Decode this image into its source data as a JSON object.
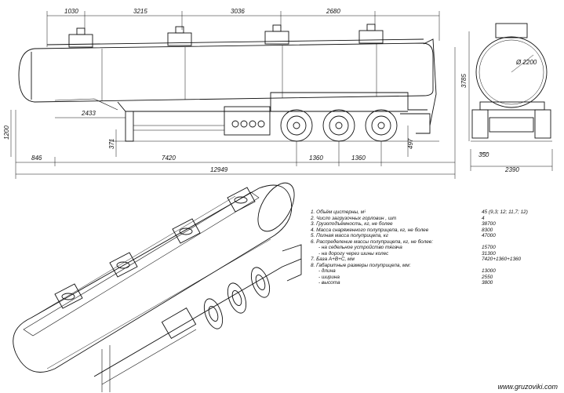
{
  "dimensions": {
    "top": [
      "1030",
      "3215",
      "3036",
      "2680"
    ],
    "bottom": [
      "846",
      "7420",
      "1360",
      "1360"
    ],
    "overall_length": "12949",
    "left_vertical": "1200",
    "mid_horizontal": "2433",
    "ground_clearance": "371",
    "rear_vertical": "497",
    "height": "3785",
    "diameter": "Ø 2200",
    "rear_bottom_small": "350",
    "rear_width": "2390"
  },
  "specs": [
    {
      "label": "1. Объём цистерны, м³",
      "value": "45 (9,3; 12; 11,7; 12)",
      "sub": false
    },
    {
      "label": "2. Число загрузочных горловин , шт",
      "value": "4",
      "sub": false
    },
    {
      "label": "3. Грузоподъёмность, кг, не более",
      "value": "38700",
      "sub": false
    },
    {
      "label": "4. Масса снаряженного полуприцепа, кг, не более",
      "value": "8300",
      "sub": false
    },
    {
      "label": "5. Полная масса полуприцепа, кг",
      "value": "47000",
      "sub": false
    },
    {
      "label": "6. Распределение массы полуприцепа, кг, не более:",
      "value": "",
      "sub": false
    },
    {
      "label": "- на седельное устройство тягача",
      "value": "15700",
      "sub": true
    },
    {
      "label": "- на дорогу через шины колес",
      "value": "31300",
      "sub": true
    },
    {
      "label": "7. База  A+B+C, мм",
      "value": "7420+1360+1360",
      "sub": false
    },
    {
      "label": "8. Габаритные размеры полуприцепа, мм:",
      "value": "",
      "sub": false
    },
    {
      "label": "- длина",
      "value": "13000",
      "sub": true
    },
    {
      "label": "- ширина",
      "value": "2550",
      "sub": true
    },
    {
      "label": "- высота",
      "value": "3800",
      "sub": true
    }
  ],
  "watermark": "www.gruzoviki.com"
}
